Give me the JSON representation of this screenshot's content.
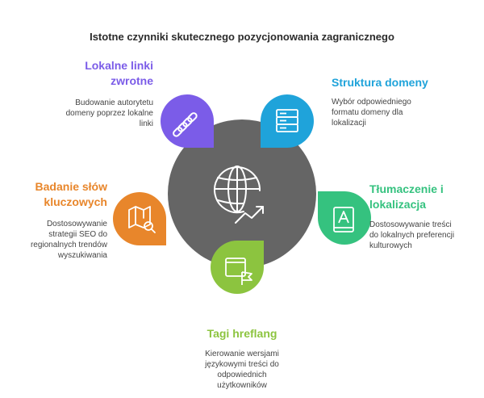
{
  "title": "Istotne czynniki skutecznego pozycjonowania zagranicznego",
  "factors": [
    {
      "label_lines": [
        "Lokalne linki",
        "zwrotne"
      ],
      "desc_lines": [
        "Budowanie autorytetu",
        "domeny poprzez lokalne",
        "linki"
      ],
      "color": "#7b5ce8",
      "icon": "chain-link-icon"
    },
    {
      "label_lines": [
        "Struktura domeny"
      ],
      "desc_lines": [
        "Wybór odpowiedniego",
        "formatu domeny dla",
        "lokalizacji"
      ],
      "color": "#1fa3da",
      "icon": "server-icon"
    },
    {
      "label_lines": [
        "Tłumaczenie i",
        "lokalizacja"
      ],
      "desc_lines": [
        "Dostosowywanie treści",
        "do lokalnych preferencji",
        "kulturowych"
      ],
      "color": "#35c27f",
      "icon": "translation-book-icon"
    },
    {
      "label_lines": [
        "Tagi hreflang"
      ],
      "desc_lines": [
        "Kierowanie wersjami",
        "językowymi treści do",
        "odpowiednich",
        "użytkowników"
      ],
      "color": "#8cc43f",
      "icon": "flag-window-icon"
    },
    {
      "label_lines": [
        "Badanie słów",
        "kluczowych"
      ],
      "desc_lines": [
        "Dostosowywanie",
        "strategii SEO do",
        "regionalnych trendów",
        "wyszukiwania"
      ],
      "color": "#e8862b",
      "icon": "map-search-icon"
    }
  ],
  "center": {
    "color": "#656565",
    "icon": "globe-growth-icon"
  }
}
